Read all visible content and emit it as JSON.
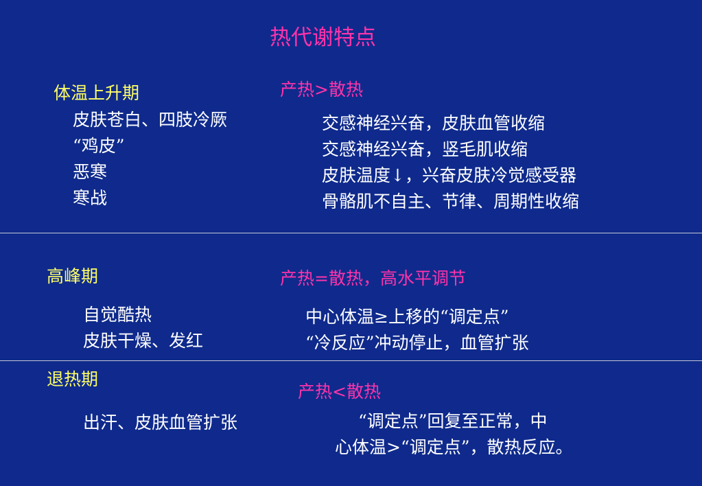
{
  "colors": {
    "background": "#0f2a8c",
    "title": "#ff33aa",
    "phase": "#ffff66",
    "mechanism": "#ff33aa",
    "body": "#ffffff",
    "divider": "#c8c8d8"
  },
  "title": "热代谢特点",
  "sections": [
    {
      "phase": "体温上升期",
      "mechanism": "产热>散热",
      "symptoms": [
        "皮肤苍白、四肢冷厥",
        "“鸡皮”",
        "恶寒",
        "寒战"
      ],
      "explanations": [
        "交感神经兴奋，皮肤血管收缩",
        "交感神经兴奋，竖毛肌收缩",
        "皮肤温度↓，兴奋皮肤冷觉感受器",
        "骨骼肌不自主、节律、周期性收缩"
      ]
    },
    {
      "phase": "高峰期",
      "mechanism": "产热=散热，高水平调节",
      "symptoms": [
        "自觉酷热",
        "皮肤干燥、发红"
      ],
      "explanations": [
        "中心体温≥上移的“调定点”",
        "“冷反应”冲动停止，血管扩张"
      ]
    },
    {
      "phase": "退热期",
      "mechanism": "产热<散热",
      "symptoms": [
        "出汗、皮肤血管扩张"
      ],
      "explanations": [
        "“调定点”回复至正常，中",
        "心体温>“调定点”，散热反应。"
      ]
    }
  ]
}
